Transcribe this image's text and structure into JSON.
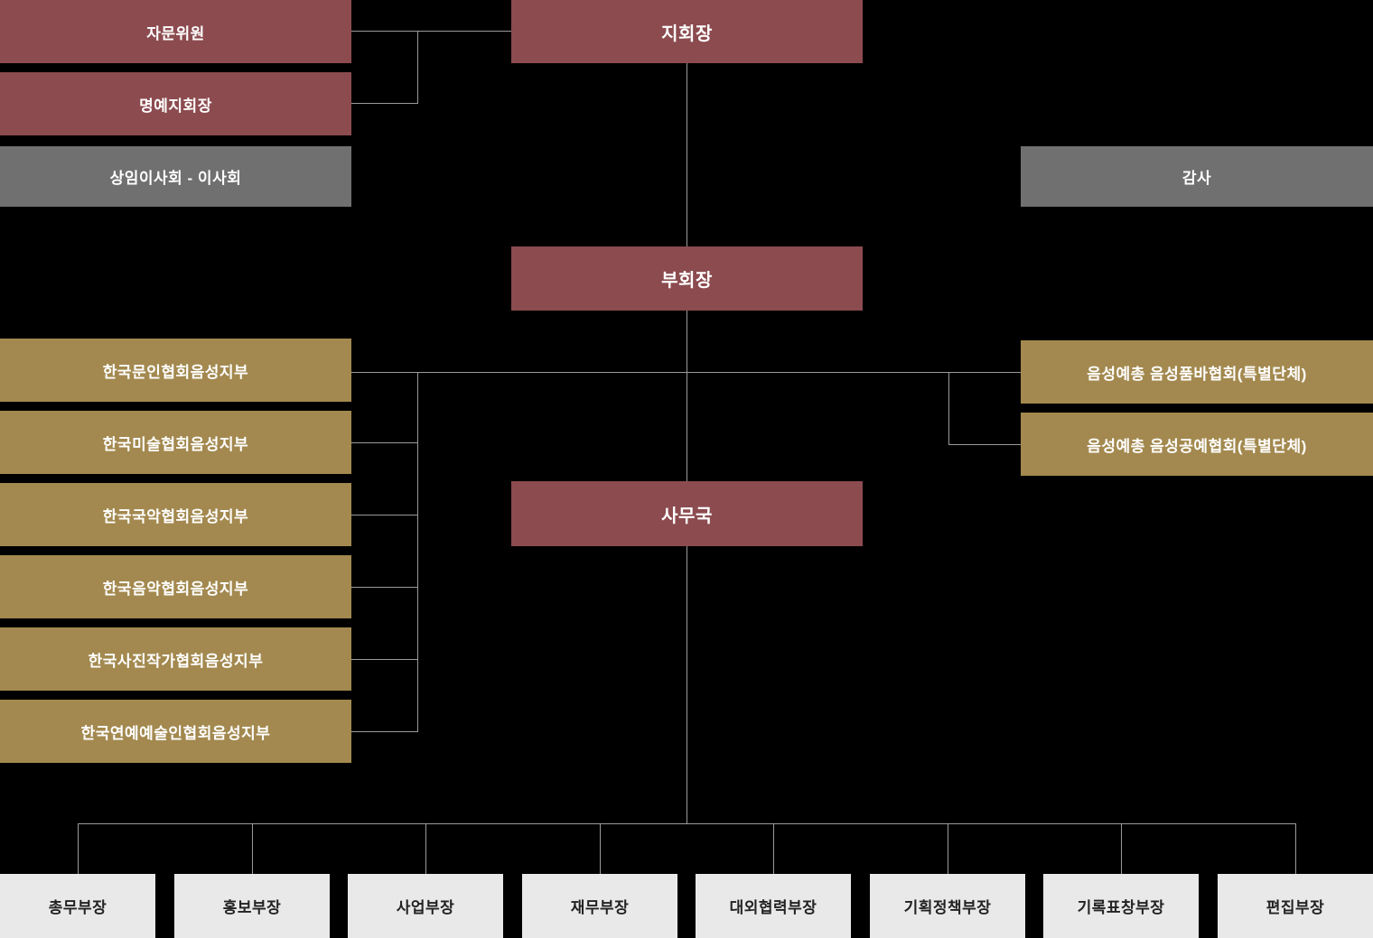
{
  "chart": {
    "top": {
      "advisor": "자문위원",
      "honorary": "명예지회장",
      "board": "상임이사회 - 이사회",
      "audit": "감사",
      "president": "지회장",
      "vice_president": "부회장",
      "office": "사무국"
    },
    "left_branches": [
      "한국문인협회음성지부",
      "한국미술협회음성지부",
      "한국국악협회음성지부",
      "한국음악협회음성지부",
      "한국사진작가협회음성지부",
      "한국연예예술인협회음성지부"
    ],
    "right_branches": [
      "음성예총 음성품바협회(특별단체)",
      "음성예총 음성공예협회(특별단체)"
    ],
    "departments": [
      "총무부장",
      "홍보부장",
      "사업부장",
      "재무부장",
      "대외협력부장",
      "기획정책부장",
      "기록표창부장",
      "편집부장"
    ],
    "colors": {
      "maroon": "#8c4b4f",
      "gray": "#707070",
      "tan": "#a3894f",
      "light": "#e9e9e9",
      "line": "#9a9a9a",
      "background": "#000000"
    }
  }
}
